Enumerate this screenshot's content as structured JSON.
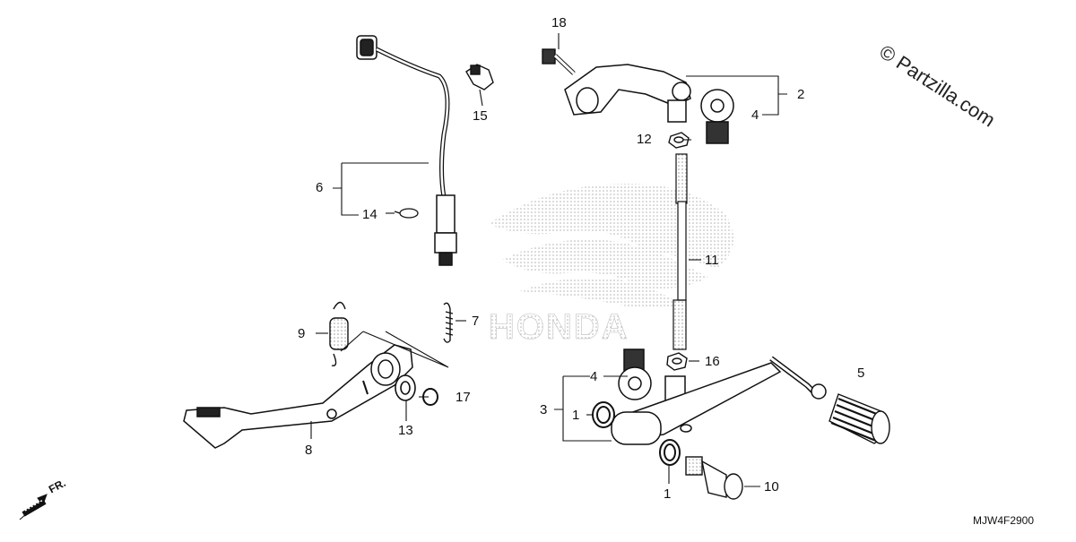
{
  "watermark": "© Partzilla.com",
  "diagram_code": "MJW4F2900",
  "front_indicator": "FR.",
  "background_logo": "HONDA",
  "callouts": {
    "c1a": "1",
    "c1b": "1",
    "c2": "2",
    "c3": "3",
    "c4a": "4",
    "c4b": "4",
    "c5": "5",
    "c6": "6",
    "c7": "7",
    "c8": "8",
    "c9": "9",
    "c10": "10",
    "c11": "11",
    "c12": "12",
    "c13": "13",
    "c14": "14",
    "c15": "15",
    "c16": "16",
    "c17": "17",
    "c18": "18"
  }
}
